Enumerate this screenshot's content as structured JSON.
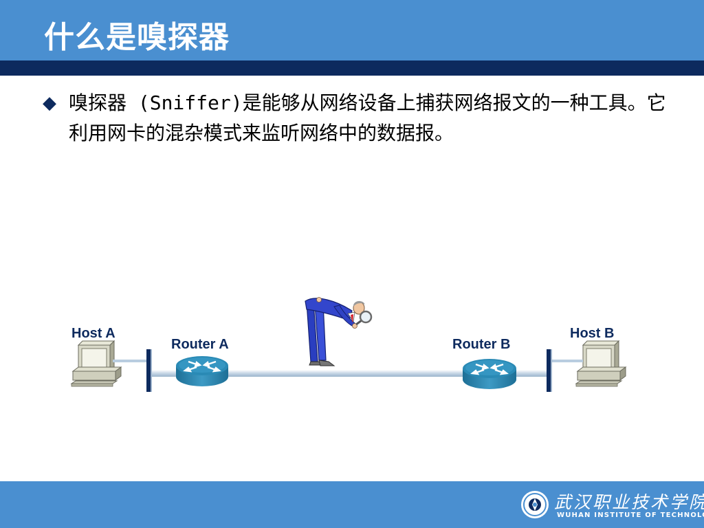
{
  "slide": {
    "title": "什么是嗅探器",
    "bullet_marker": "◆",
    "bullet_text": "嗅探器 (Sniffer)是能够从网络设备上捕获网络报文的一种工具。它利用网卡的混杂模式来监听网络中的数据报。"
  },
  "diagram": {
    "host_a": "Host A",
    "router_a": "Router A",
    "router_b": "Router B",
    "host_b": "Host B"
  },
  "footer": {
    "logo_name": "武汉职业技术学院",
    "logo_sub": "WUHAN INSTITUTE OF TECHNOLOGY"
  },
  "colors": {
    "header_blue": "#4a8fd0",
    "dark_navy": "#0d2a5e",
    "router_blue": "#2a8ab5"
  }
}
